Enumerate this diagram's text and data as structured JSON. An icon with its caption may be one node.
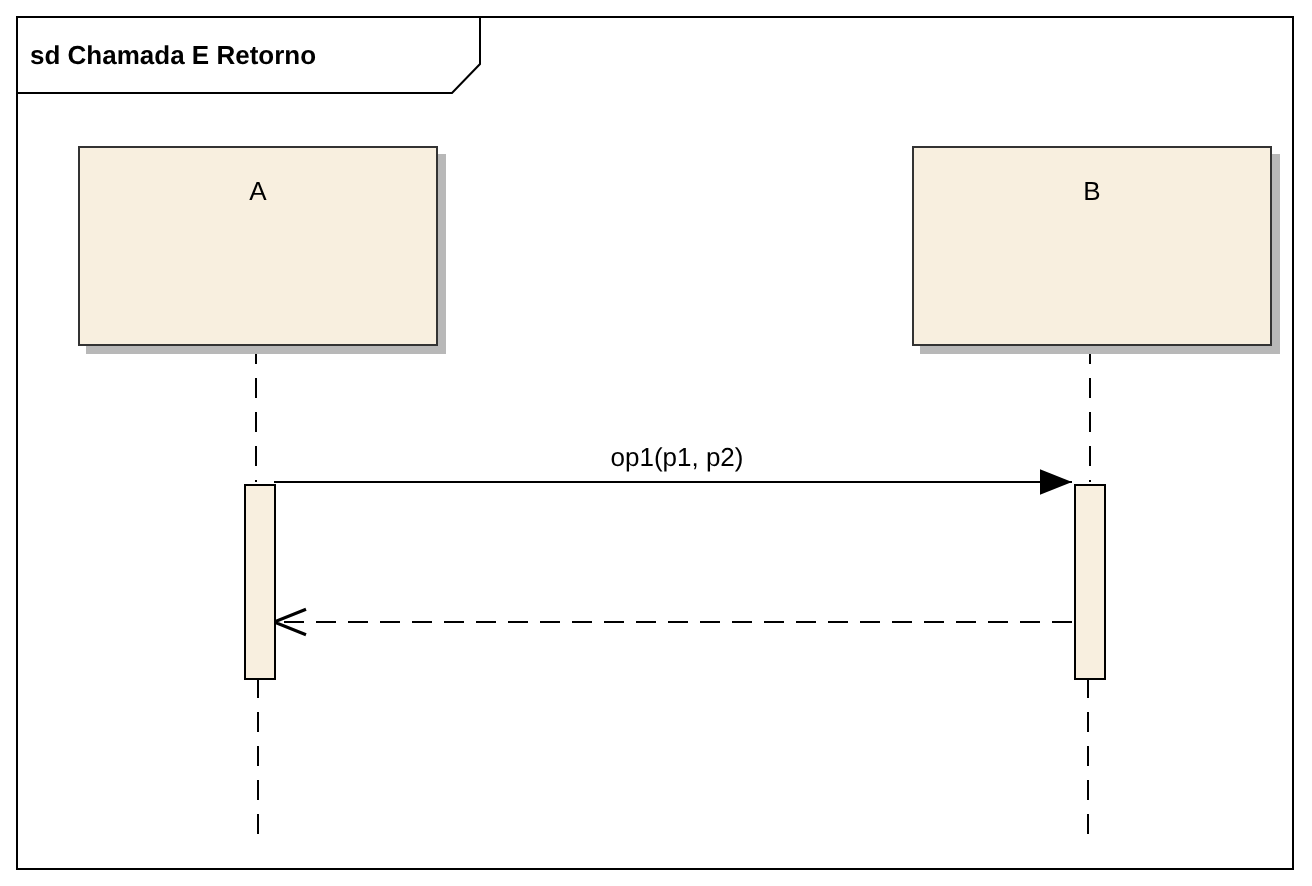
{
  "diagram": {
    "nodes": [
      {
        "text": [
          "sd Chamada E Retorno"
        ]
      },
      {
        "text": [
          "A"
        ],
        "in": 0
      },
      {
        "text": [
          "B"
        ],
        "in": 0
      },
      {
        "text": [],
        "shape": "bar",
        "in": 0
      },
      {
        "text": [],
        "shape": "bar",
        "in": 0
      }
    ],
    "edges": [
      {
        "from": 1,
        "to": 3,
        "arrow": "none",
        "style": "dashed"
      },
      {
        "from": 2,
        "to": 4,
        "arrow": "none",
        "style": "dashed"
      },
      {
        "from": 3,
        "to": 4,
        "arrow": "to",
        "label": "op1(p1, p2)"
      },
      {
        "from": 4,
        "to": 3,
        "arrow": "to",
        "style": "dashed"
      }
    ]
  }
}
